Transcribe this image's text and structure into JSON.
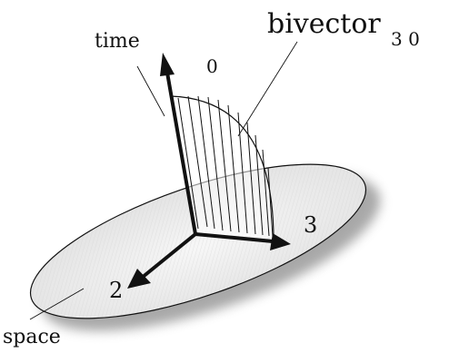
{
  "labels": {
    "time": "time",
    "zero": "0",
    "bivector": "bivector",
    "bivector_index": "3 0",
    "axis_three": "3",
    "axis_two": "2",
    "space": "space"
  },
  "colors": {
    "ink": "#111111",
    "plane_fill": "#ececec",
    "plane_shadow": "#9a9a9a"
  }
}
